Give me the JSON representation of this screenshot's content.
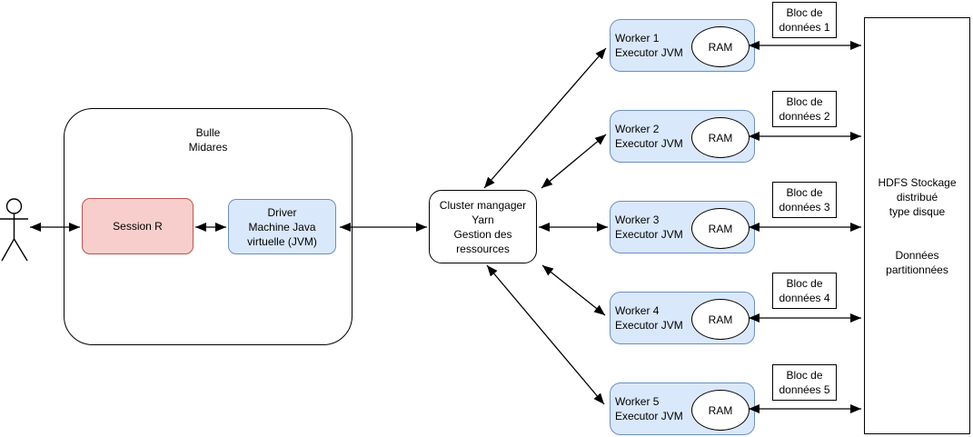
{
  "colors": {
    "worker_fill": "#dae8fc",
    "worker_border": "#6c8ebf",
    "session_fill": "#f8cecc",
    "session_border": "#b85450",
    "line": "#000000"
  },
  "bulle": {
    "title": [
      "Bulle",
      "Midares"
    ],
    "session_label": "Session R",
    "driver": [
      "Driver",
      "Machine Java",
      "virtuelle (JVM)"
    ]
  },
  "cluster": [
    "Cluster mangager",
    "Yarn",
    "Gestion des",
    "ressources"
  ],
  "workers": [
    {
      "name": "Worker 1",
      "role": "Executor JVM",
      "ram": "RAM",
      "bloc": [
        "Bloc de",
        "données 1"
      ]
    },
    {
      "name": "Worker 2",
      "role": "Executor JVM",
      "ram": "RAM",
      "bloc": [
        "Bloc de",
        "données 2"
      ]
    },
    {
      "name": "Worker 3",
      "role": "Executor JVM",
      "ram": "RAM",
      "bloc": [
        "Bloc de",
        "données 3"
      ]
    },
    {
      "name": "Worker 4",
      "role": "Executor JVM",
      "ram": "RAM",
      "bloc": [
        "Bloc de",
        "données 4"
      ]
    },
    {
      "name": "Worker 5",
      "role": "Executor JVM",
      "ram": "RAM",
      "bloc": [
        "Bloc de",
        "données 5"
      ]
    }
  ],
  "hdfs": [
    "HDFS Stockage",
    "distribué",
    "type disque",
    "",
    "",
    "Données",
    "partitionnées"
  ]
}
